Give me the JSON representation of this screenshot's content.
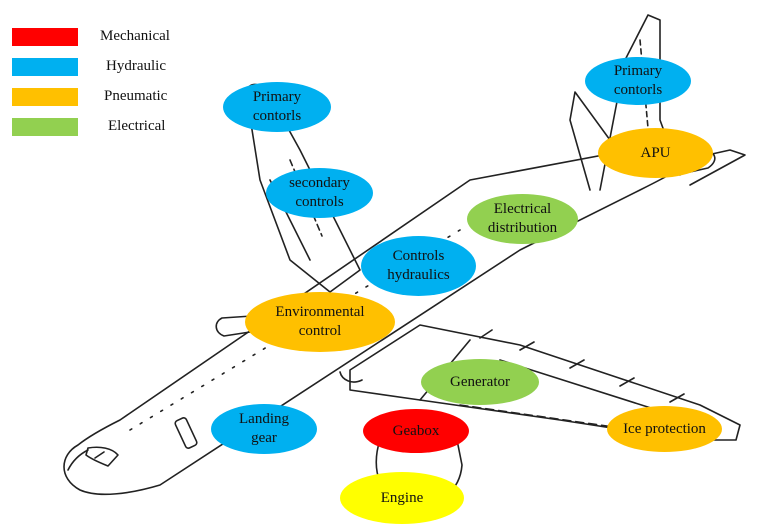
{
  "legend": [
    {
      "label": "Mechanical",
      "color": "#ff0000"
    },
    {
      "label": "Hydraulic",
      "color": "#00b0f0"
    },
    {
      "label": "Pneumatic",
      "color": "#ffc000"
    },
    {
      "label": "Electrical",
      "color": "#92d050"
    }
  ],
  "nodes": {
    "primary_controls_wing": {
      "label": "Primary\ncontorls",
      "system": "Hydraulic",
      "color": "#00b0f0"
    },
    "primary_controls_tail": {
      "label": "Primary\ncontorls",
      "system": "Hydraulic",
      "color": "#00b0f0"
    },
    "apu": {
      "label": "APU",
      "system": "Pneumatic",
      "color": "#ffc000"
    },
    "secondary_controls": {
      "label": "secondary\ncontrols",
      "system": "Hydraulic",
      "color": "#00b0f0"
    },
    "electrical_distribution": {
      "label": "Electrical\ndistribution",
      "system": "Electrical",
      "color": "#92d050"
    },
    "controls_hydraulics": {
      "label": "Controls\nhydraulics",
      "system": "Hydraulic",
      "color": "#00b0f0"
    },
    "environmental_control": {
      "label": "Environmental\ncontrol",
      "system": "Pneumatic",
      "color": "#ffc000"
    },
    "generator": {
      "label": "Generator",
      "system": "Electrical",
      "color": "#92d050"
    },
    "landing_gear": {
      "label": "Landing\ngear",
      "system": "Hydraulic",
      "color": "#00b0f0"
    },
    "gearbox": {
      "label": "Geabox",
      "system": "Mechanical",
      "color": "#ff0000"
    },
    "ice_protection": {
      "label": "Ice protection",
      "system": "Pneumatic",
      "color": "#ffc000"
    },
    "engine": {
      "label": "Engine",
      "color": "#ffff00"
    }
  }
}
